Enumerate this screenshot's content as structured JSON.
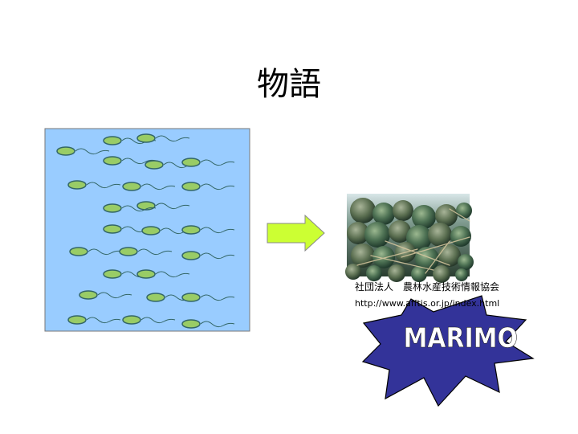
{
  "slide": {
    "title": "物語",
    "credit_org": "社団法人　農林水産技術情報協会",
    "credit_url": "http://www.afftis.or.jp/index.html",
    "badge_text": "MARIMO"
  },
  "colors": {
    "water": "#99ccff",
    "cell_fill": "#99cc66",
    "cell_stroke": "#336666",
    "arrow_fill": "#ccff33",
    "arrow_stroke": "#888888",
    "badge_fill": "#333399",
    "badge_text": "#ffffff"
  }
}
